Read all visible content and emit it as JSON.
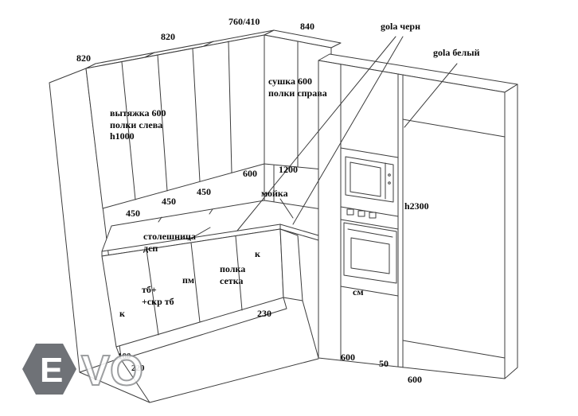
{
  "page": {
    "background": "#ffffff",
    "line_color": "#3c3c3c"
  },
  "watermark": {
    "hex_letter": "E",
    "text": "VO",
    "hex_color": "#5b5e63"
  },
  "labels": {
    "dim_820_left": "820",
    "dim_820_top": "820",
    "dim_760_410": "760/410",
    "dim_840": "840",
    "gola_black": "gola черн",
    "gola_white": "gola белый",
    "sushka": "сушка 600\nполки справа",
    "vytyazhka": "вытяжка 600\nполки слева\nh1000",
    "dim_600_corner": "600",
    "dim_1200": "1200",
    "moyka": "мойка",
    "dim_450_1": "450",
    "dim_450_2": "450",
    "dim_450_3": "450",
    "h2300": "h2300",
    "stoleshnitsa": "столешница\nдсп",
    "k_upper": "к",
    "polka_setka": "полка\nсетка",
    "pm": "пм",
    "tb": "тб+\n+скр тб",
    "k_lower": "к",
    "dim_230": "230",
    "sm": "см",
    "dim_600_bottom_left": "600",
    "dim_50": "50",
    "dim_600_bottom_right": "600",
    "dim_100": "100",
    "dim_220": "220"
  }
}
